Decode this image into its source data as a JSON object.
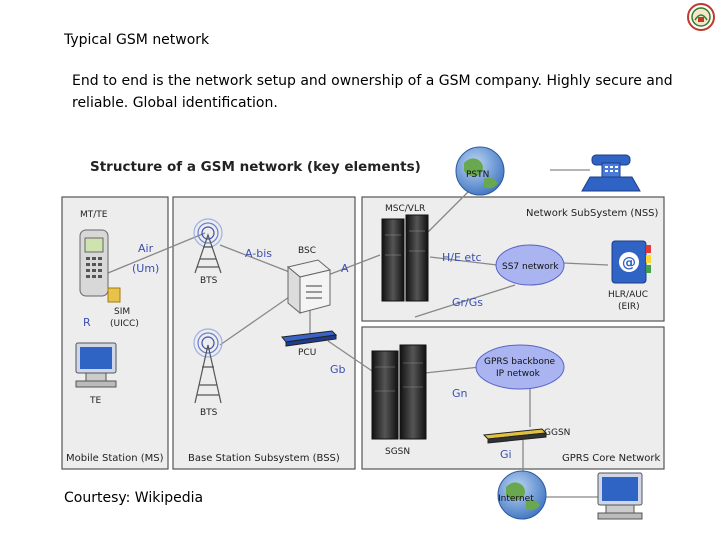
{
  "slide": {
    "title": "Typical GSM network",
    "body": "End to end is the network setup and ownership of a GSM company. Highly secure and reliable. Global identification.",
    "courtesy": "Courtesy: Wikipedia"
  },
  "diagram": {
    "title": "Structure of a GSM network (key elements)",
    "boxes": {
      "ms": "Mobile Station (MS)",
      "bss": "Base Station Subsystem (BSS)",
      "nss": "Network SubSystem (NSS)",
      "gprs": "GPRS Core Network"
    },
    "labels": {
      "mt_te": "MT/TE",
      "air": "Air",
      "um": "(Um)",
      "sim": "SIM",
      "uicc": "(UICC)",
      "r": "R",
      "te": "TE",
      "bts_top": "BTS",
      "bts_bottom": "BTS",
      "a_bis": "A-bis",
      "bsc": "BSC",
      "a": "A",
      "pcu": "PCU",
      "gb": "Gb",
      "msc_vlr": "MSC/VLR",
      "he_etc": "H/E etc",
      "ss7": "SS7 network",
      "hlr_auc": "HLR/AUC",
      "eir": "(EIR)",
      "gr_gs": "Gr/Gs",
      "pstn": "PSTN",
      "gprs_backbone": "GPRS backbone",
      "ip_netwok": "IP netwok",
      "gn": "Gn",
      "ggsn": "GGSN",
      "sgsn": "SGSN",
      "gi": "Gi",
      "internet": "Internet"
    }
  },
  "colors": {
    "box_bg": "#ededed",
    "box_border": "#555555",
    "ellipse_fill": "#aab4f0",
    "ellipse_stroke": "#5a64c8",
    "link_blue": "#3a50b0",
    "globe_blue": "#5a8fd6",
    "globe_green": "#6aa84f",
    "server_dark": "#2b2b2b"
  }
}
